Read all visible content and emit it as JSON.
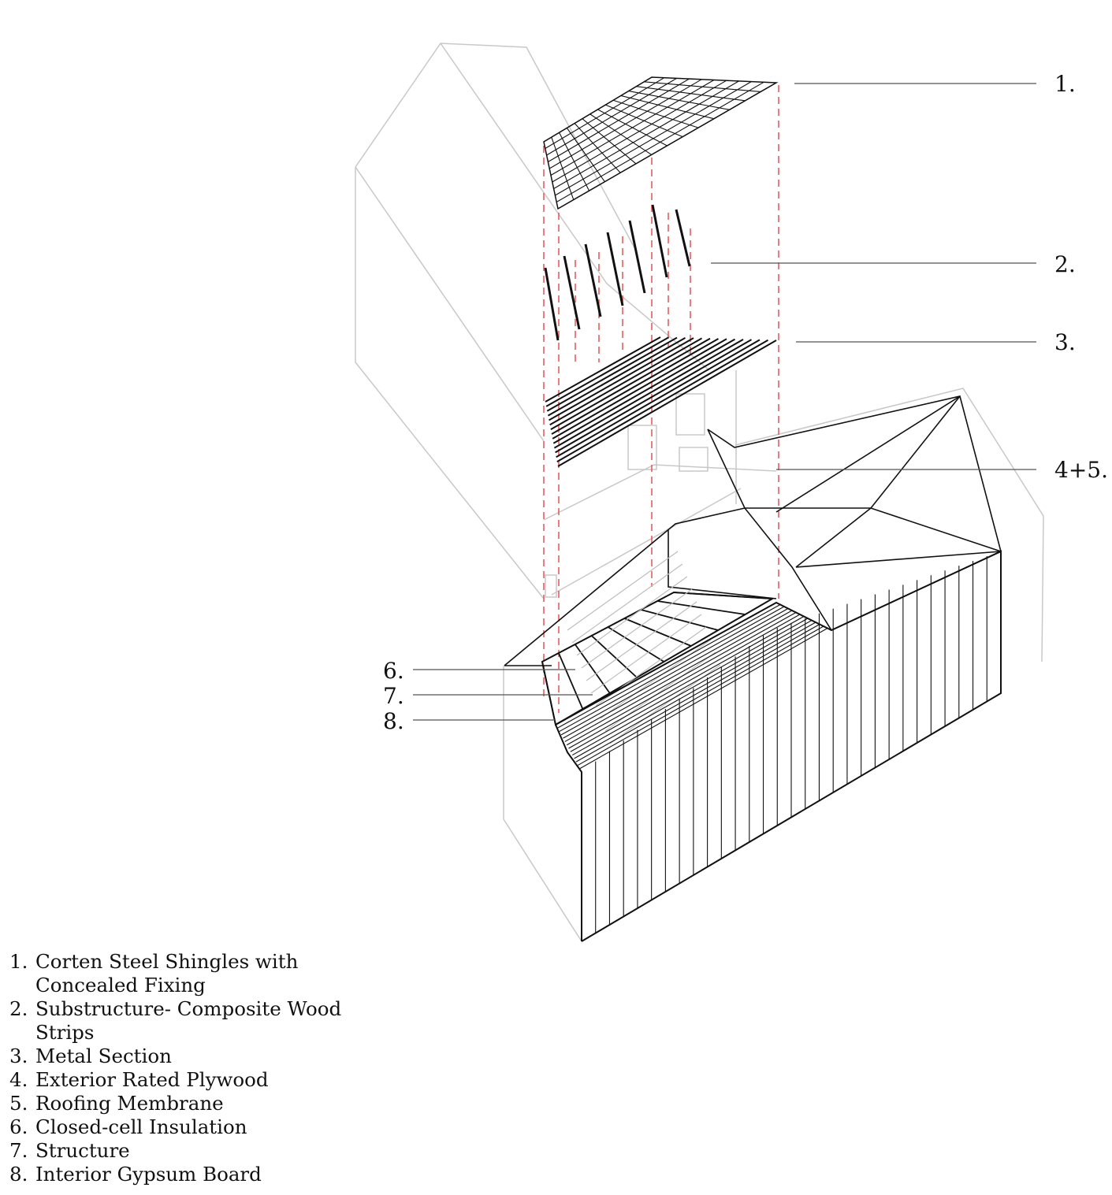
{
  "callouts": [
    {
      "id": "1",
      "label": "1."
    },
    {
      "id": "2",
      "label": "2."
    },
    {
      "id": "3",
      "label": "3."
    },
    {
      "id": "45",
      "label": "4+5."
    },
    {
      "id": "6",
      "label": "6."
    },
    {
      "id": "7",
      "label": "7."
    },
    {
      "id": "8",
      "label": "8."
    }
  ],
  "legend": [
    {
      "num": "1.",
      "text": "Corten Steel Shingles with\nConcealed Fixing"
    },
    {
      "num": "2.",
      "text": "Substructure- Composite Wood\nStrips"
    },
    {
      "num": "3.",
      "text": "Metal Section"
    },
    {
      "num": "4.",
      "text": "Exterior Rated Plywood"
    },
    {
      "num": "5.",
      "text": "Roofing Membrane"
    },
    {
      "num": "6.",
      "text": "Closed-cell Insulation"
    },
    {
      "num": "7.",
      "text": "Structure"
    },
    {
      "num": "8.",
      "text": "Interior Gypsum Board"
    }
  ],
  "colors": {
    "ink": "#111111",
    "context": "#c8c8c8",
    "guide": "#e05555",
    "leader": "#555555"
  }
}
